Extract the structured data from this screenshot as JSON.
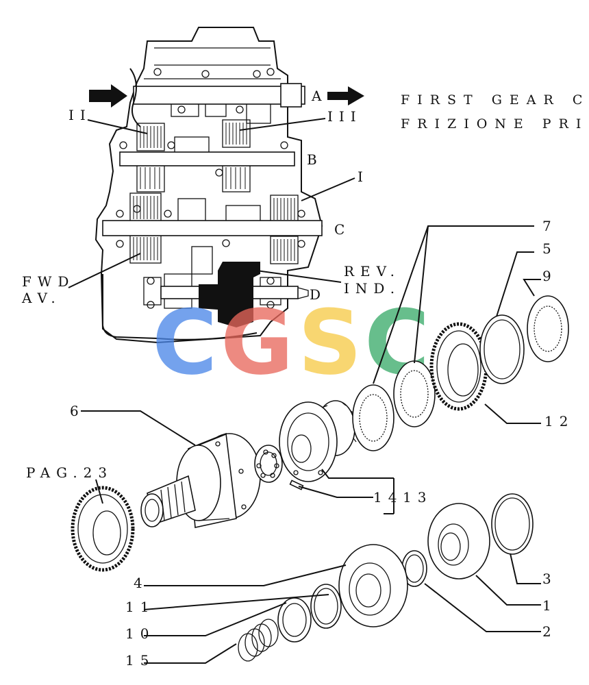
{
  "header": {
    "line1": "FIRST GEAR C",
    "line2": "FRIZIONE PRI"
  },
  "section_labels": {
    "a": "A",
    "b": "B",
    "c": "C",
    "d": "D",
    "ii": "II",
    "iii": "III",
    "i": "I"
  },
  "direction_labels": {
    "fwd_1": "FWD",
    "fwd_2": "AV.",
    "rev_1": "REV.",
    "rev_2": "IND."
  },
  "reference": "PAG.23",
  "callouts": {
    "n7": "7",
    "n5": "5",
    "n9": "9",
    "n12": "12",
    "n6": "6",
    "n14": "14",
    "n13": "13",
    "n4": "4",
    "n3": "3",
    "n11": "11",
    "n1": "1",
    "n10": "10",
    "n2": "2",
    "n15": "15"
  },
  "watermark": {
    "letters": [
      "C",
      "G",
      "S",
      "C"
    ],
    "colors": [
      "#4a86e8",
      "#e8665a",
      "#f6c945",
      "#3aaa6a"
    ]
  }
}
